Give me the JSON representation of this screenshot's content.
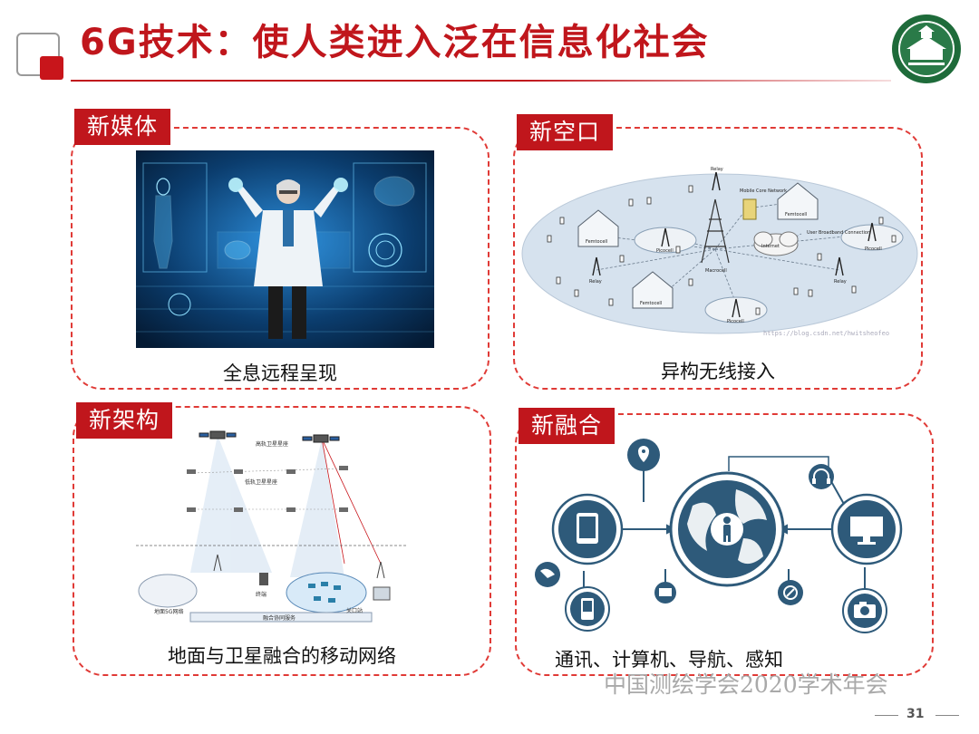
{
  "slide": {
    "title": "6G技术：使人类进入泛在信息化社会",
    "footer": "中国测绘学会2020学术年会",
    "page_number": "31"
  },
  "colors": {
    "accent": "#c0161c",
    "dashed_border": "#e03a36",
    "network_blue": "#2e5a7a",
    "holo_bg": "#0b3d6e"
  },
  "panels": [
    {
      "tag": "新媒体",
      "caption": "全息远程呈现"
    },
    {
      "tag": "新空口",
      "caption": "异构无线接入"
    },
    {
      "tag": "新架构",
      "caption": "地面与卫星融合的移动网络"
    },
    {
      "tag": "新融合",
      "caption": "通讯、计算机、导航、感知"
    }
  ],
  "diagram_new_air": {
    "labels": {
      "core": "Mobile Core Network",
      "internet": "Internet",
      "macrocell": "Macrocell",
      "femto1": "Femtocell",
      "femto2": "Femtocell",
      "femto3": "Femtocell",
      "pico1": "Picocell",
      "pico2": "Picocell",
      "pico3": "Picocell",
      "relay1": "Relay",
      "relay2": "Relay",
      "relay3": "Relay",
      "broadband": "User Broadband Connection",
      "watermark": "https://blog.csdn.net/hwitsheofeo"
    }
  },
  "diagram_satellite": {
    "labels": {
      "geo": "高轨卫星星座",
      "leo": "低轨卫星星座",
      "ground_net": "地面5G网络",
      "terminal": "终端",
      "gateway": "关口站",
      "service": "融合协同服务"
    }
  },
  "icons": [
    "location-icon",
    "headset-icon",
    "tablet-icon",
    "monitor-icon",
    "dish-icon",
    "compass-icon",
    "mobile-icon",
    "camera-icon",
    "tv-icon",
    "person-icon",
    "globe-icon"
  ]
}
